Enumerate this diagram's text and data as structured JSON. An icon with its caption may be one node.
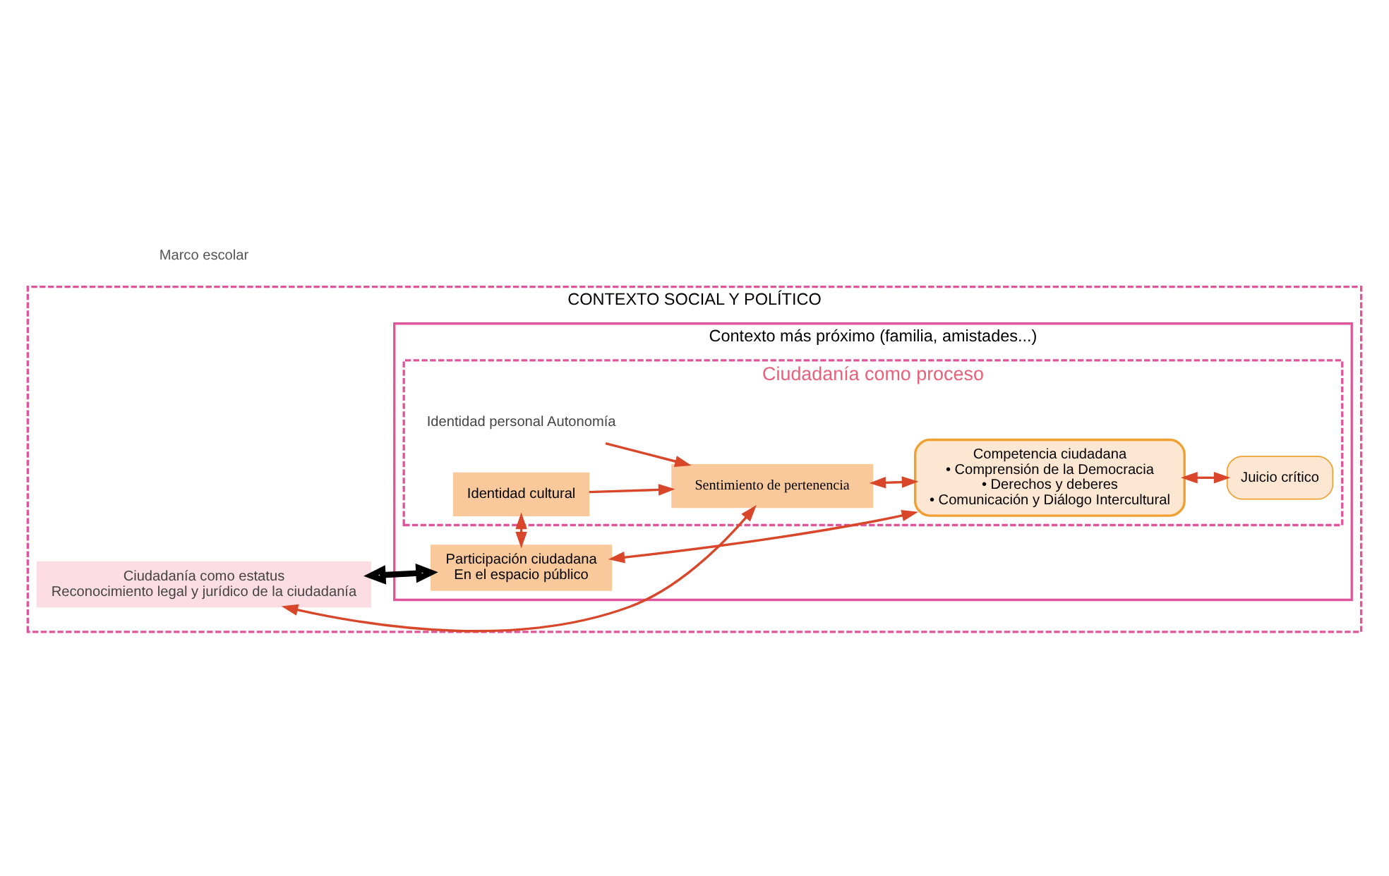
{
  "diagram": {
    "nodes": [
      {
        "text": [
          "CONTEXTO SOCIAL Y POLÍTICO"
        ]
      },
      {
        "text": [
          "Contexto más próximo (familia, amistades...)"
        ],
        "in": 0
      },
      {
        "text": [
          "Ciudadanía como proceso"
        ],
        "in": 1
      },
      {
        "text": [
          "Ciudadanía como estatus",
          "Reconocimiento legal y jurídico de la ciudadanía"
        ],
        "in": 0
      },
      {
        "text": [
          "Identidad personal Autonomía"
        ],
        "in": 2
      },
      {
        "text": [
          "Sentimiento de pertenencia"
        ],
        "in": 2
      },
      {
        "text": [
          "Identidad cultural"
        ],
        "in": 2
      },
      {
        "text": [
          "Competencia ciudadana",
          "• Comprensión de la Democracia",
          "• Derechos y deberes",
          "• Comunicación y Diálogo Intercultural"
        ],
        "in": 2
      },
      {
        "text": [
          "Juicio crítico"
        ],
        "in": 2
      },
      {
        "text": [
          "Participación ciudadana",
          "En el espacio público"
        ],
        "in": 1
      }
    ],
    "edges": [
      {
        "from": 4,
        "to": 5,
        "arrow": "to"
      },
      {
        "from": 6,
        "to": 5,
        "arrow": "to"
      },
      {
        "from": 3,
        "to": 5,
        "arrow": "both"
      },
      {
        "from": 5,
        "to": 7,
        "arrow": "both"
      },
      {
        "from": 7,
        "to": 8,
        "arrow": "both"
      },
      {
        "from": 9,
        "to": 6,
        "arrow": "both"
      },
      {
        "from": 9,
        "to": 7,
        "arrow": "both"
      },
      {
        "from": 3,
        "to": 9,
        "arrow": "both",
        "style": "thick",
        "color": "#000000"
      }
    ],
    "labels": [
      "Marco escolar"
    ]
  }
}
